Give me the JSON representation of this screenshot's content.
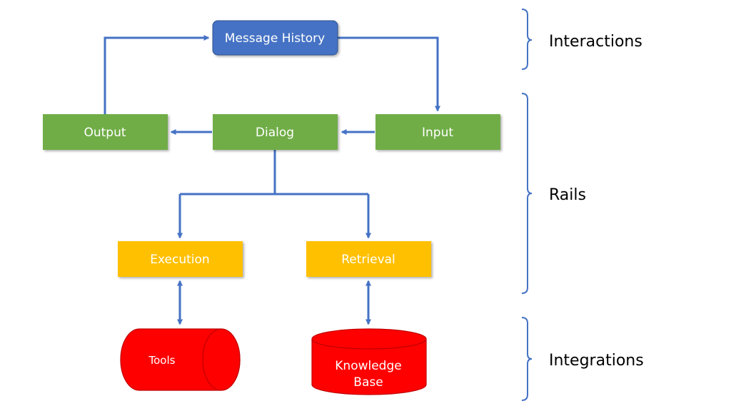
{
  "diagram": {
    "nodes": {
      "message_history": "Message History",
      "output": "Output",
      "dialog": "Dialog",
      "input": "Input",
      "execution": "Execution",
      "retrieval": "Retrieval",
      "tools": "Tools",
      "knowledge_base_line1": "Knowledge",
      "knowledge_base_line2": "Base"
    },
    "groups": {
      "interactions": "Interactions",
      "rails": "Rails",
      "integrations": "Integrations"
    },
    "colors": {
      "blue": "#4472C4",
      "green": "#70AD47",
      "yellow": "#FFC000",
      "red": "#FF0000",
      "arrow": "#4472C4"
    }
  }
}
